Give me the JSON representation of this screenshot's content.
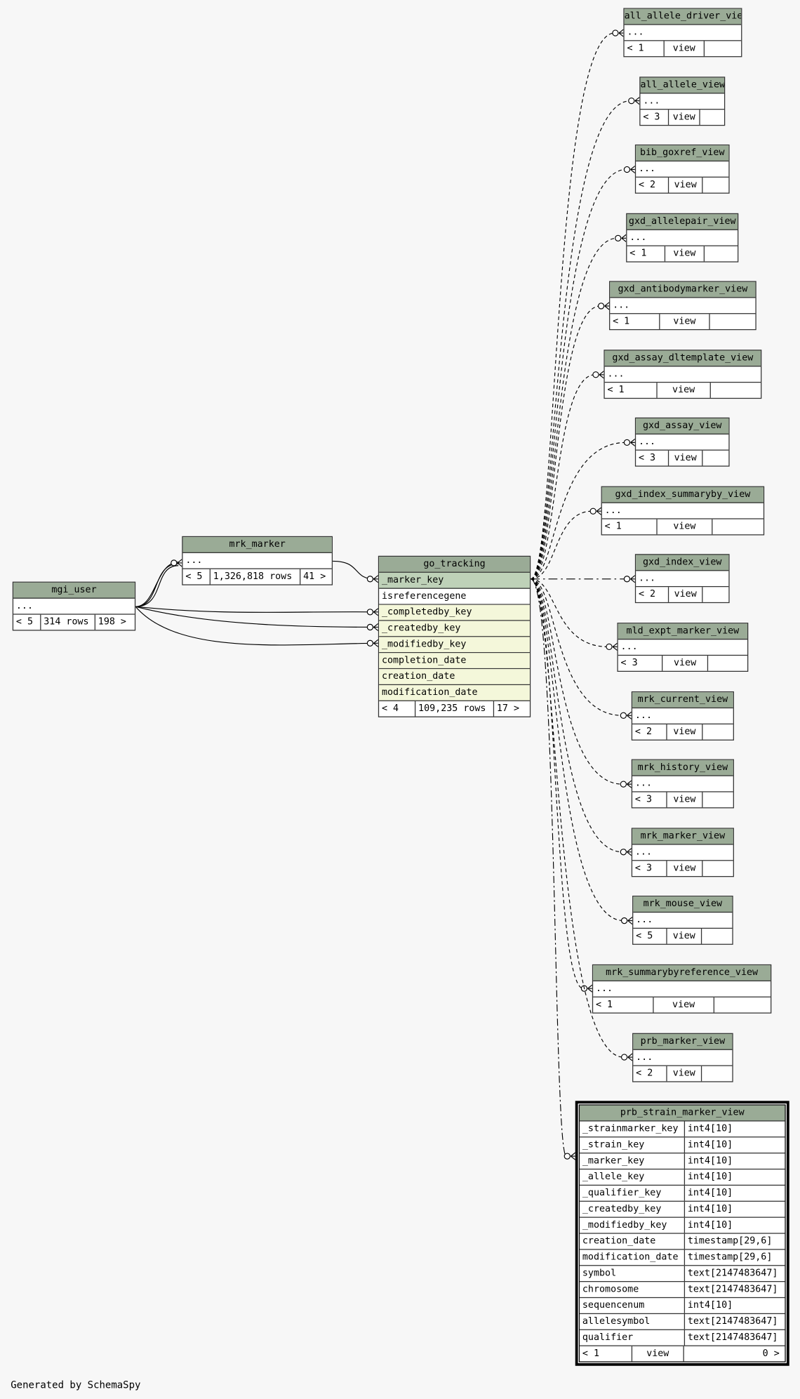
{
  "footer": "Generated by SchemaSpy",
  "tables": {
    "mgi_user": {
      "name": "mgi_user",
      "row": "...",
      "left": "< 5",
      "rows": "314 rows",
      "right": "198 >"
    },
    "mrk_marker": {
      "name": "mrk_marker",
      "row": "...",
      "left": "< 5",
      "rows": "1,326,818 rows",
      "right": "41 >"
    },
    "go_tracking": {
      "name": "go_tracking",
      "columns": [
        "_marker_key",
        "isreferencegene",
        "_completedby_key",
        "_createdby_key",
        "_modifiedby_key",
        "completion_date",
        "creation_date",
        "modification_date"
      ],
      "left": "< 4",
      "rows": "109,235 rows",
      "right": "17 >"
    },
    "views": [
      {
        "name": "all_allele_driver_view",
        "row": "...",
        "left": "< 1",
        "kind": "view"
      },
      {
        "name": "all_allele_view",
        "row": "...",
        "left": "< 3",
        "kind": "view"
      },
      {
        "name": "bib_goxref_view",
        "row": "...",
        "left": "< 2",
        "kind": "view"
      },
      {
        "name": "gxd_allelepair_view",
        "row": "...",
        "left": "< 1",
        "kind": "view"
      },
      {
        "name": "gxd_antibodymarker_view",
        "row": "...",
        "left": "< 1",
        "kind": "view"
      },
      {
        "name": "gxd_assay_dltemplate_view",
        "row": "...",
        "left": "< 1",
        "kind": "view"
      },
      {
        "name": "gxd_assay_view",
        "row": "...",
        "left": "< 3",
        "kind": "view"
      },
      {
        "name": "gxd_index_summaryby_view",
        "row": "...",
        "left": "< 1",
        "kind": "view"
      },
      {
        "name": "gxd_index_view",
        "row": "...",
        "left": "< 2",
        "kind": "view"
      },
      {
        "name": "mld_expt_marker_view",
        "row": "...",
        "left": "< 3",
        "kind": "view"
      },
      {
        "name": "mrk_current_view",
        "row": "...",
        "left": "< 2",
        "kind": "view"
      },
      {
        "name": "mrk_history_view",
        "row": "...",
        "left": "< 3",
        "kind": "view"
      },
      {
        "name": "mrk_marker_view",
        "row": "...",
        "left": "< 3",
        "kind": "view"
      },
      {
        "name": "mrk_mouse_view",
        "row": "...",
        "left": "< 5",
        "kind": "view"
      },
      {
        "name": "mrk_summarybyreference_view",
        "row": "...",
        "left": "< 1",
        "kind": "view"
      },
      {
        "name": "prb_marker_view",
        "row": "...",
        "left": "< 2",
        "kind": "view"
      }
    ],
    "prb_strain_marker_view": {
      "name": "prb_strain_marker_view",
      "columns": [
        [
          "_strainmarker_key",
          "int4[10]"
        ],
        [
          "_strain_key",
          "int4[10]"
        ],
        [
          "_marker_key",
          "int4[10]"
        ],
        [
          "_allele_key",
          "int4[10]"
        ],
        [
          "_qualifier_key",
          "int4[10]"
        ],
        [
          "_createdby_key",
          "int4[10]"
        ],
        [
          "_modifiedby_key",
          "int4[10]"
        ],
        [
          "creation_date",
          "timestamp[29,6]"
        ],
        [
          "modification_date",
          "timestamp[29,6]"
        ],
        [
          "symbol",
          "text[2147483647]"
        ],
        [
          "chromosome",
          "text[2147483647]"
        ],
        [
          "sequencenum",
          "int4[10]"
        ],
        [
          "allelesymbol",
          "text[2147483647]"
        ],
        [
          "qualifier",
          "text[2147483647]"
        ]
      ],
      "left": "< 1",
      "kind": "view",
      "right": "0 >"
    }
  },
  "colors": {
    "header": "#9aab96",
    "pk": "#bed1b8",
    "fk": "#f4f7da",
    "background": "#f7f7f7"
  }
}
